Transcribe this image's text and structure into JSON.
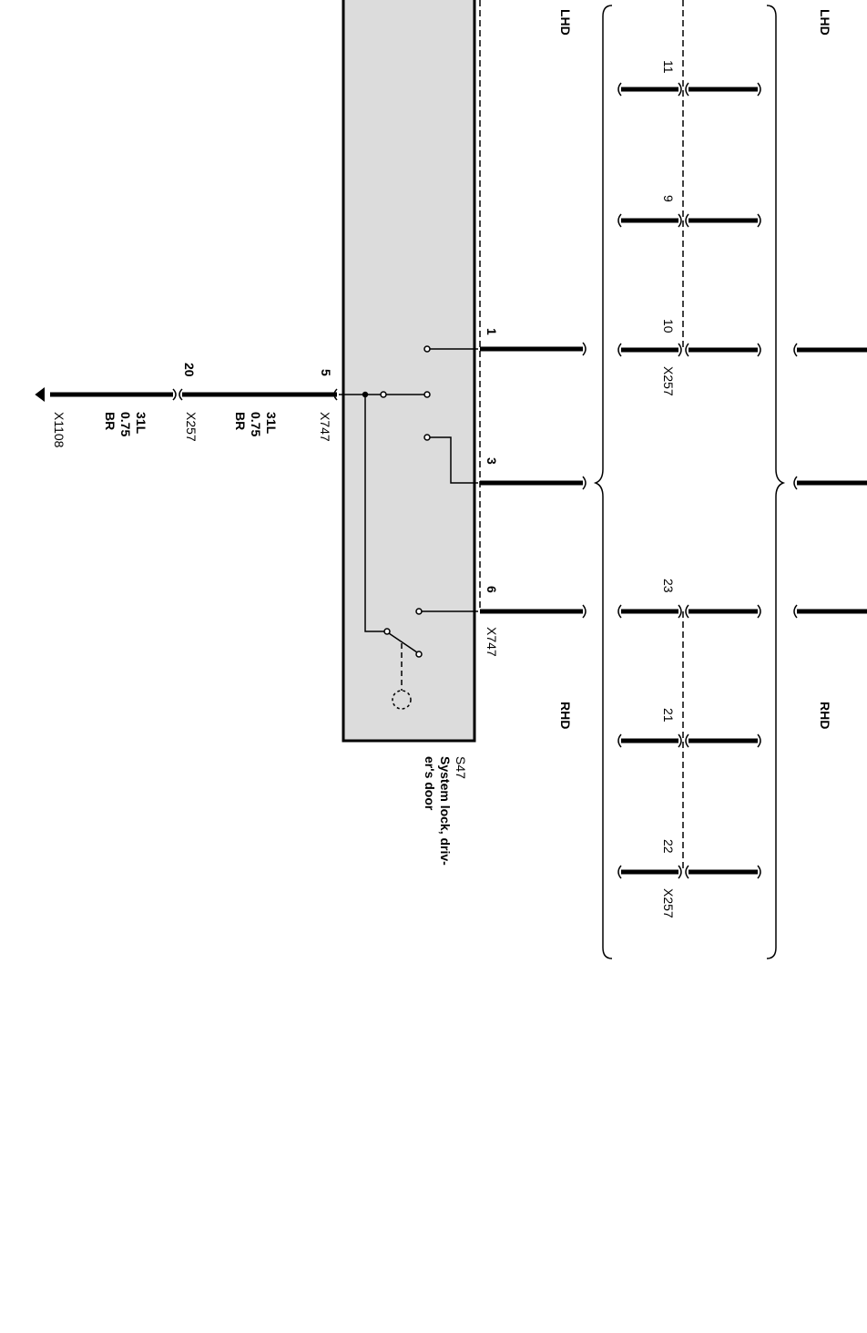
{
  "component": {
    "id": "S47",
    "name_line1": "System lock, driv-",
    "name_line2": "er's door"
  },
  "ground_wire": {
    "circuit": "31L",
    "size": "0.75",
    "color": "BR",
    "end": "X1108"
  },
  "wire_x257_x747": {
    "circuit": "31L",
    "size": "0.75",
    "color": "BR"
  },
  "connectors": {
    "x747": "X747",
    "x257": "X257",
    "pin5": "5",
    "pin20": "20",
    "pin1": "1",
    "pin3": "3",
    "pin6": "6",
    "pin11": "11",
    "pin9": "9",
    "pin10": "10",
    "pin23": "23",
    "pin21": "21",
    "pin22": "22"
  },
  "variants": {
    "lhd": "LHD",
    "rhd": "RHD"
  }
}
